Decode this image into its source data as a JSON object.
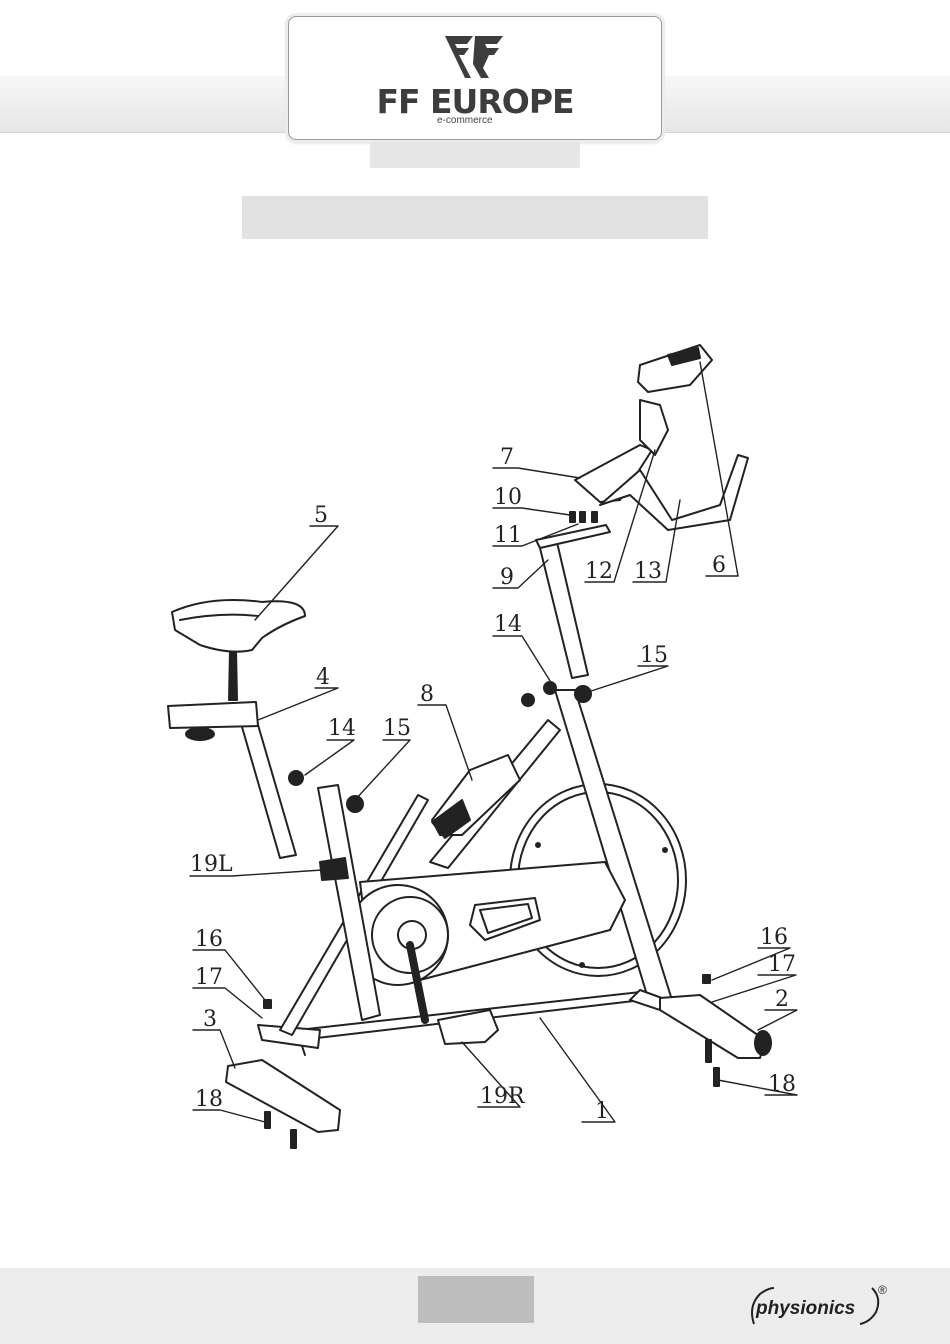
{
  "header": {
    "brand_name": "FF EUROPE",
    "brand_tagline": "e-commerce"
  },
  "diagram": {
    "part_labels": [
      "1",
      "2",
      "3",
      "4",
      "5",
      "6",
      "7",
      "8",
      "9",
      "10",
      "11",
      "12",
      "13",
      "14",
      "14",
      "15",
      "15",
      "16",
      "16",
      "17",
      "17",
      "18",
      "18",
      "19L",
      "19R"
    ]
  },
  "footer": {
    "logo_text": "physionics",
    "registered_mark": "®"
  }
}
